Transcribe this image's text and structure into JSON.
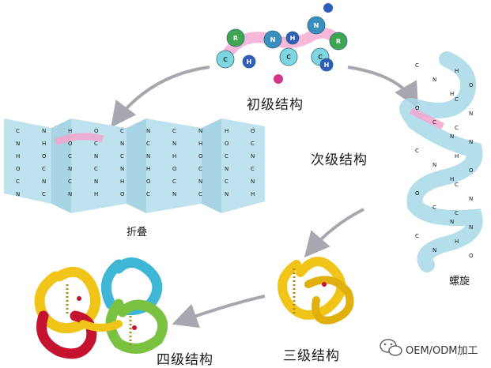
{
  "labels": {
    "primary": "初级结构",
    "secondary": "次级结构",
    "tertiary": "三级结构",
    "quaternary": "四级结构",
    "sheet": "折叠",
    "helix": "螺旋"
  },
  "watermark": {
    "text": "OEM/ODM加工",
    "icon": "wechat-icon"
  },
  "colors": {
    "sheet_fill": "#bfe3ee",
    "helix_fill": "#a8d8e8",
    "hbond_pink": "#f2a6cf",
    "arrow": "#a7a7b0",
    "gold": "#f0c419",
    "green": "#7cc242",
    "red": "#c4122f",
    "cyan": "#3fb6d6",
    "atom_c": "#7fd6e0",
    "atom_n": "#3a8fbf",
    "atom_r": "#3fa650",
    "atom_o": "#d6338a",
    "atom_h": "#2f5dbd"
  },
  "atoms": [
    {
      "label": "R",
      "kind": "r"
    },
    {
      "label": "C",
      "kind": "c"
    },
    {
      "label": "H",
      "kind": "h"
    },
    {
      "label": "N",
      "kind": "n"
    },
    {
      "label": "C",
      "kind": "c"
    },
    {
      "label": "H",
      "kind": "h"
    },
    {
      "label": "N",
      "kind": "n"
    },
    {
      "label": "R",
      "kind": "r"
    },
    {
      "label": "C",
      "kind": "c"
    },
    {
      "label": "H",
      "kind": "h"
    }
  ]
}
